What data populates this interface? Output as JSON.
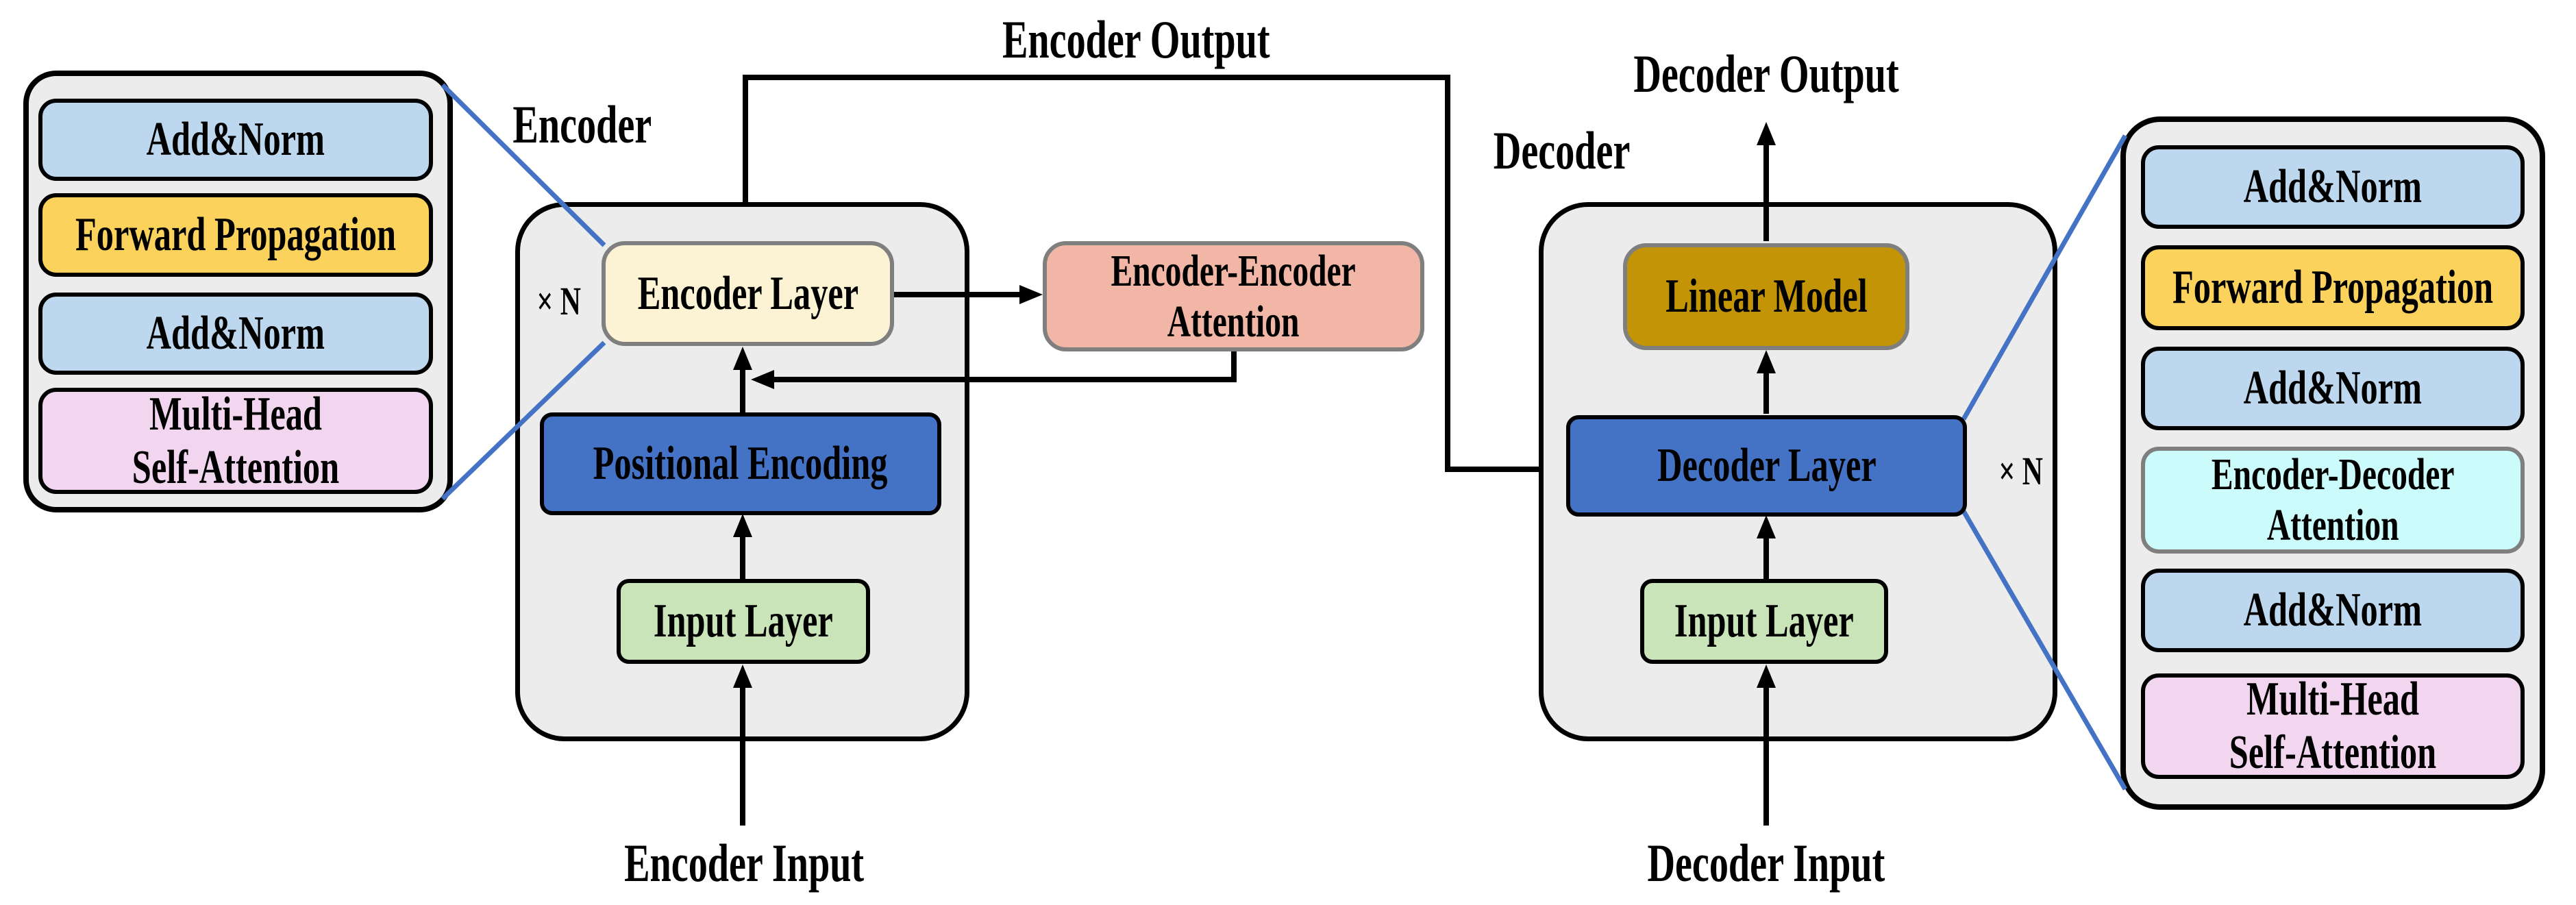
{
  "top_labels": {
    "encoder_output": "Encoder Output",
    "decoder_output": "Decoder Output"
  },
  "encoder_section": {
    "label": "Encoder",
    "multiplier": "× N",
    "layer": "Encoder Layer",
    "positional_encoding": "Positional Encoding",
    "input_layer": "Input Layer",
    "input_label": "Encoder Input"
  },
  "decoder_section": {
    "label": "Decoder",
    "multiplier": "× N",
    "linear_model": "Linear Model",
    "layer": "Decoder Layer",
    "input_layer": "Input Layer",
    "input_label": "Decoder Input"
  },
  "encoder_encoder_attention": {
    "line1": "Encoder-Encoder",
    "line2": "Attention"
  },
  "encoder_detail_panel": {
    "items": [
      {
        "label": "Add&Norm"
      },
      {
        "label": "Forward Propagation"
      },
      {
        "label": "Add&Norm"
      },
      {
        "line1": "Multi-Head",
        "line2": "Self-Attention"
      }
    ]
  },
  "decoder_detail_panel": {
    "items": [
      {
        "label": "Add&Norm"
      },
      {
        "label": "Forward Propagation"
      },
      {
        "label": "Add&Norm"
      },
      {
        "line1": "Encoder-Decoder",
        "line2": "Attention"
      },
      {
        "label": "Add&Norm"
      },
      {
        "line1": "Multi-Head",
        "line2": "Self-Attention"
      }
    ]
  },
  "palette": {
    "panel_background": "#ECECEC",
    "add_norm_fill": "#BDD7EE",
    "forward_propagation_fill": "#FBD25B",
    "multi_head_fill": "#F2D6F0",
    "encoder_decoder_attention_fill": "#CBFBFB",
    "encoder_layer_fill": "#FCF3D4",
    "encoder_encoder_attention_fill": "#F1B6A5",
    "linear_model_fill": "#C29406",
    "blue_box_fill": "#4472C4",
    "input_layer_fill": "#C9E4B9",
    "connector_blue": "#4472C4",
    "line_black": "#000000"
  }
}
